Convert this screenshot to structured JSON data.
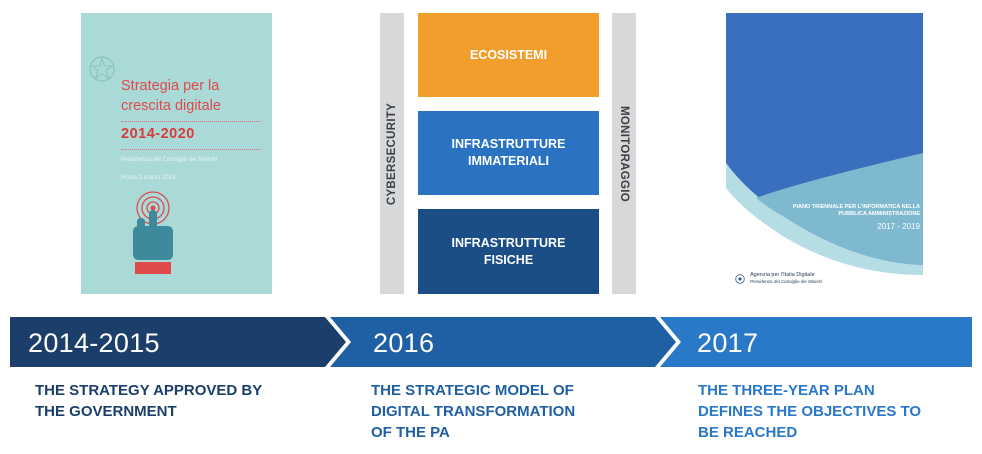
{
  "cover1": {
    "title_line1": "Strategia per la",
    "title_line2": "crescita digitale",
    "years": "2014-2020",
    "subtitle": "Presidenza del Consiglio dei Ministri",
    "date": "Roma 3 marzo 2015",
    "icon": "touch-hand-icon",
    "colors": {
      "background": "#a9dad7",
      "title": "#e04a4a"
    }
  },
  "model": {
    "left_bar": "CYBERSECURITY",
    "right_bar": "MONITORAGGIO",
    "blocks": [
      {
        "label": "ECOSISTEMI",
        "color": "#f29e2c"
      },
      {
        "label": "INFRASTRUTTURE IMMATERIALI",
        "color": "#2a73c2"
      },
      {
        "label": "INFRASTRUTTURE FISICHE",
        "color": "#1b4d86"
      }
    ]
  },
  "cover3": {
    "title": "PIANO TRIENNALE PER L'INFORMATICA NELLA PUBBLICA AMMINISTRAZIONE",
    "years": "2017 - 2019",
    "agency": "Agenzia per l'Italia Digitale",
    "agency_sub": "Presidenza del Consiglio dei Ministri"
  },
  "timeline": {
    "steps": [
      {
        "year": "2014-2015",
        "color": "#1b3e6b",
        "desc_line1": "THE STRATEGY APPROVED BY",
        "desc_line2": "THE GOVERNMENT",
        "desc_line3": "",
        "desc_color": "#1b3e6b"
      },
      {
        "year": "2016",
        "color": "#1f5fa3",
        "desc_line1": "THE STRATEGIC MODEL OF",
        "desc_line2": "DIGITAL TRANSFORMATION",
        "desc_line3": "OF THE PA",
        "desc_color": "#1f5fa3"
      },
      {
        "year": "2017",
        "color": "#2a78c8",
        "desc_line1": "THE THREE-YEAR PLAN",
        "desc_line2": "DEFINES THE OBJECTIVES TO",
        "desc_line3": "BE REACHED",
        "desc_color": "#2a78c8"
      }
    ]
  }
}
